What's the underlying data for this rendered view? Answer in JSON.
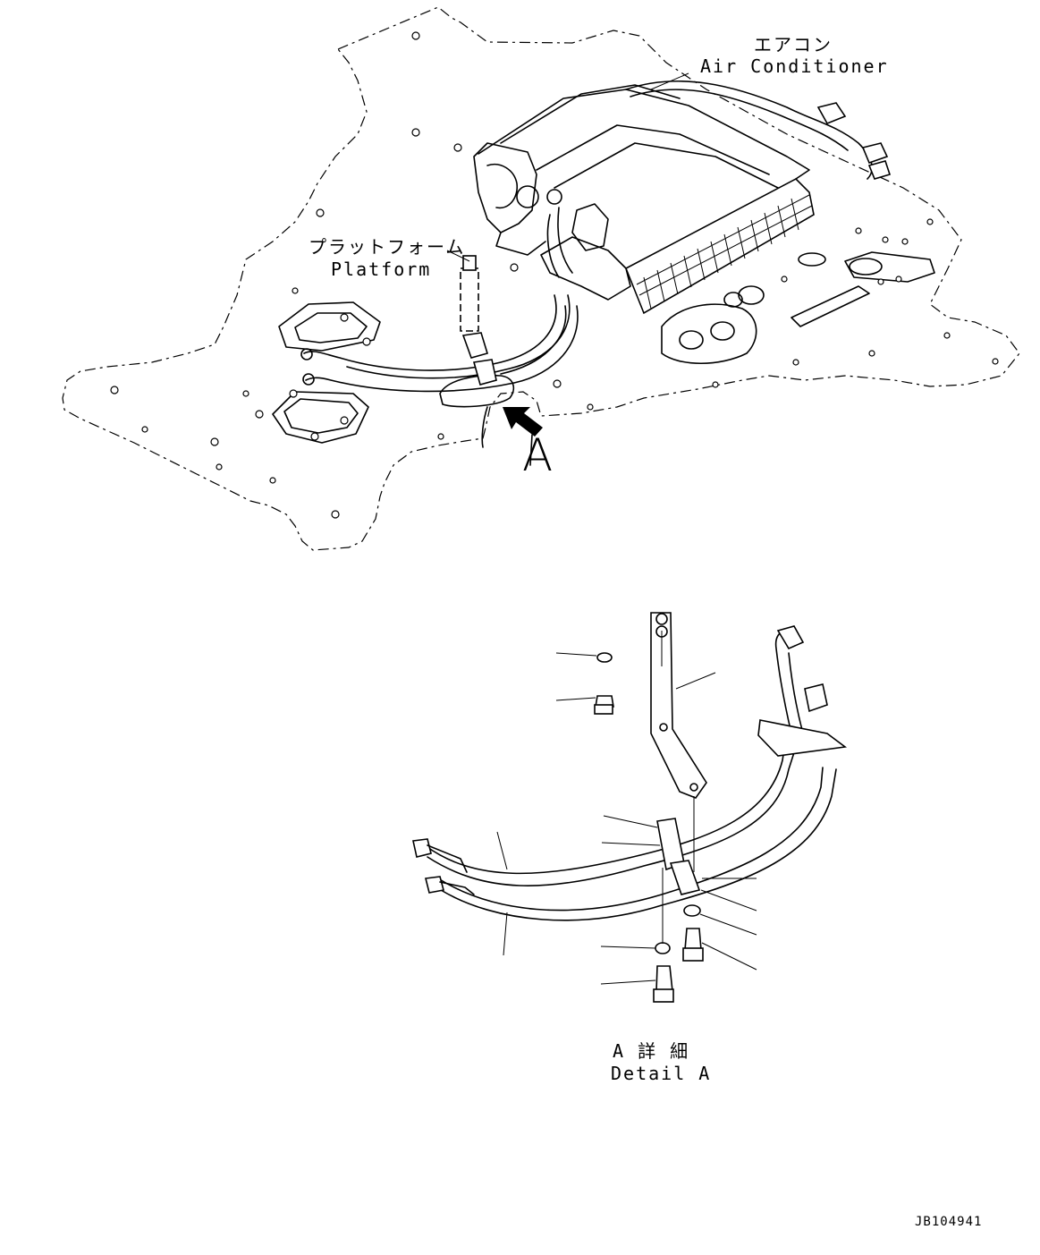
{
  "labels": {
    "air_conditioner_ja": "エアコン",
    "air_conditioner_en": "Air Conditioner",
    "platform_ja": "プラットフォーム",
    "platform_en": "Platform",
    "view_letter": "A",
    "detail_ja": "A 詳 細",
    "detail_en": "Detail A",
    "drawing_number": "JB104941"
  }
}
